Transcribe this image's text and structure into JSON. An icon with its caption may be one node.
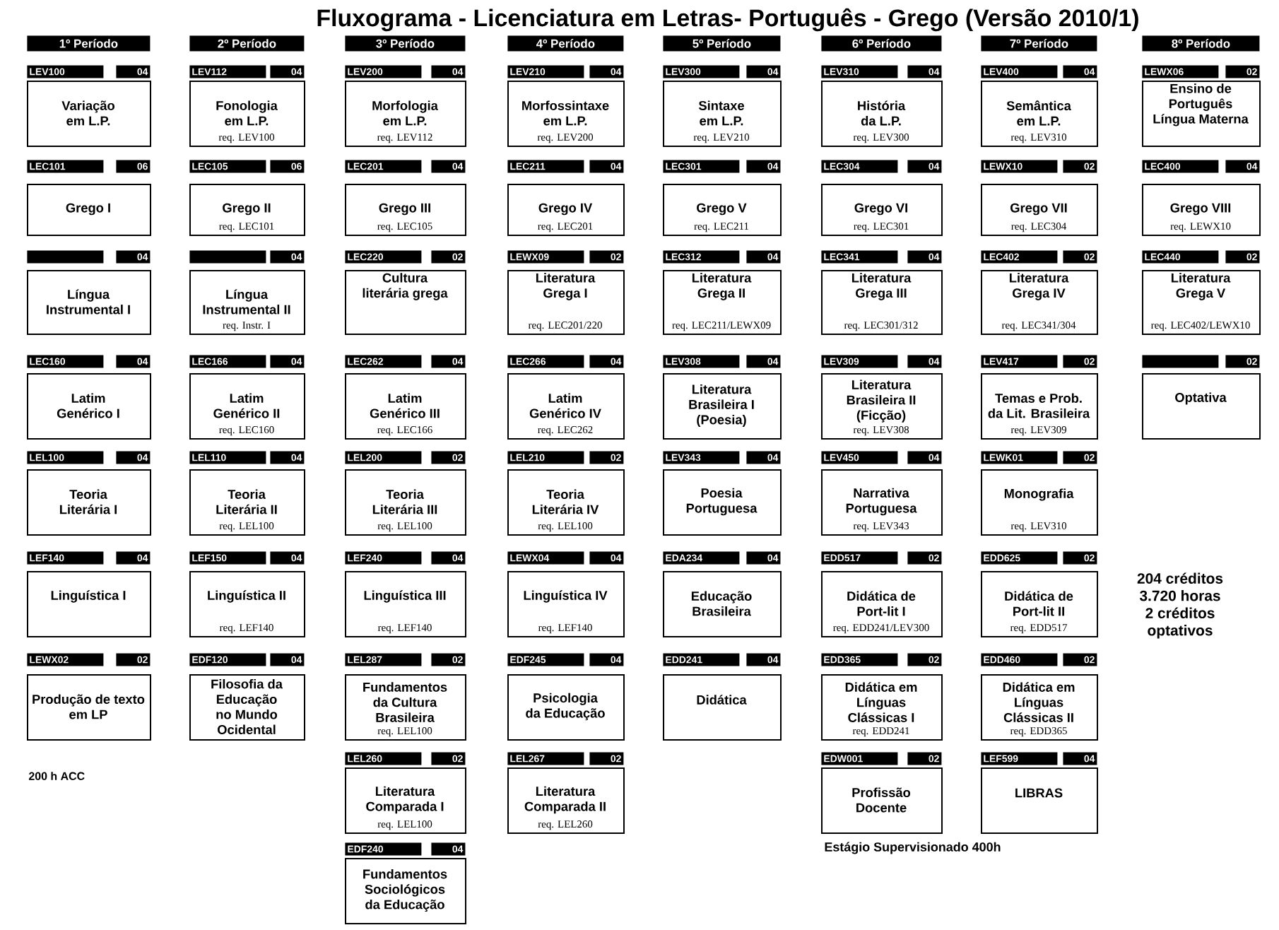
{
  "diagram": {
    "title": "Fluxograma - Licenciatura em Letras- Português - Grego (Versão 2010/1)",
    "nodes": [
      {
        "text": [
          "1º Período"
        ]
      },
      {
        "text": [
          "2º Período"
        ]
      },
      {
        "text": [
          "3º Período"
        ]
      },
      {
        "text": [
          "4º Período"
        ]
      },
      {
        "text": [
          "5º Período"
        ]
      },
      {
        "text": [
          "6º Período"
        ]
      },
      {
        "text": [
          "7º Período"
        ]
      },
      {
        "text": [
          "8º Período"
        ]
      },
      {
        "text": [
          "LEV100"
        ]
      },
      {
        "text": [
          "04"
        ]
      },
      {
        "text": [
          "Variação em L.P."
        ]
      },
      {
        "text": [
          "LEV112"
        ]
      },
      {
        "text": [
          "04"
        ]
      },
      {
        "text": [
          "Fonologia em L.P.",
          "req. LEV100"
        ]
      },
      {
        "text": [
          "LEV200"
        ]
      },
      {
        "text": [
          "04"
        ]
      },
      {
        "text": [
          "Morfologia em L.P.",
          "req. LEV112"
        ]
      },
      {
        "text": [
          "LEV210"
        ]
      },
      {
        "text": [
          "04"
        ]
      },
      {
        "text": [
          "Morfossintaxe em L.P.",
          "req. LEV200"
        ]
      },
      {
        "text": [
          "LEV300"
        ]
      },
      {
        "text": [
          "04"
        ]
      },
      {
        "text": [
          "Sintaxe em L.P.",
          "req. LEV210"
        ]
      },
      {
        "text": [
          "LEV310"
        ]
      },
      {
        "text": [
          "04"
        ]
      },
      {
        "text": [
          "História da L.P.",
          "req. LEV300"
        ]
      },
      {
        "text": [
          "LEV400"
        ]
      },
      {
        "text": [
          "04"
        ]
      },
      {
        "text": [
          "Semântica em L.P.",
          "req. LEV310"
        ]
      },
      {
        "text": [
          "LEWX06"
        ]
      },
      {
        "text": [
          "02"
        ]
      },
      {
        "text": [
          "Ensino de Português Língua Materna"
        ]
      },
      {
        "text": [
          "LEC101"
        ]
      },
      {
        "text": [
          "06"
        ]
      },
      {
        "text": [
          "Grego I"
        ]
      },
      {
        "text": [
          "LEC105"
        ]
      },
      {
        "text": [
          "06"
        ]
      },
      {
        "text": [
          "Grego II",
          "req. LEC101"
        ]
      },
      {
        "text": [
          "LEC201"
        ]
      },
      {
        "text": [
          "04"
        ]
      },
      {
        "text": [
          "Grego III",
          "req. LEC105"
        ]
      },
      {
        "text": [
          "LEC211"
        ]
      },
      {
        "text": [
          "04"
        ]
      },
      {
        "text": [
          "Grego IV",
          "req. LEC201"
        ]
      },
      {
        "text": [
          "LEC301"
        ]
      },
      {
        "text": [
          "04"
        ]
      },
      {
        "text": [
          "Grego V",
          "req. LEC211"
        ]
      },
      {
        "text": [
          "LEC304"
        ]
      },
      {
        "text": [
          "04"
        ]
      },
      {
        "text": [
          "Grego VI",
          "req. LEC301"
        ]
      },
      {
        "text": [
          "LEWX10"
        ]
      },
      {
        "text": [
          "02"
        ]
      },
      {
        "text": [
          "Grego VII",
          "req. LEC304"
        ]
      },
      {
        "text": [
          "LEC400"
        ]
      },
      {
        "text": [
          "04"
        ]
      },
      {
        "text": [
          "Grego VIII",
          "req. LEWX10"
        ]
      },
      {
        "text": [],
        "shape": "bar"
      },
      {
        "text": [
          "04"
        ]
      },
      {
        "text": [
          "Língua Instrumental I"
        ]
      },
      {
        "text": [],
        "shape": "bar"
      },
      {
        "text": [
          "04"
        ]
      },
      {
        "text": [
          "Língua Instrumental II",
          "req. Instr. I"
        ]
      },
      {
        "text": [
          "LEC220"
        ]
      },
      {
        "text": [
          "02"
        ]
      },
      {
        "text": [
          "Cultura literária grega"
        ]
      },
      {
        "text": [
          "LEWX09"
        ]
      },
      {
        "text": [
          "02"
        ]
      },
      {
        "text": [
          "Literatura Grega I",
          "req. LEC201/220"
        ]
      },
      {
        "text": [
          "LEC312"
        ]
      },
      {
        "text": [
          "04"
        ]
      },
      {
        "text": [
          "Literatura Grega II",
          "req. LEC211/LEWX09"
        ]
      },
      {
        "text": [
          "LEC341"
        ]
      },
      {
        "text": [
          "04"
        ]
      },
      {
        "text": [
          "Literatura Grega III",
          "req. LEC301/312"
        ]
      },
      {
        "text": [
          "LEC402"
        ]
      },
      {
        "text": [
          "02"
        ]
      },
      {
        "text": [
          "Literatura Grega IV",
          "req. LEC341/304"
        ]
      },
      {
        "text": [
          "LEC440"
        ]
      },
      {
        "text": [
          "02"
        ]
      },
      {
        "text": [
          "Literatura Grega V",
          "req. LEC402/LEWX10"
        ]
      },
      {
        "text": [
          "LEC160"
        ]
      },
      {
        "text": [
          "04"
        ]
      },
      {
        "text": [
          "Latim Genérico I"
        ]
      },
      {
        "text": [
          "LEC166"
        ]
      },
      {
        "text": [
          "04"
        ]
      },
      {
        "text": [
          "Latim Genérico II",
          "req. LEC160"
        ]
      },
      {
        "text": [
          "LEC262"
        ]
      },
      {
        "text": [
          "04"
        ]
      },
      {
        "text": [
          "Latim Genérico III",
          "req. LEC166"
        ]
      },
      {
        "text": [
          "LEC266"
        ]
      },
      {
        "text": [
          "04"
        ]
      },
      {
        "text": [
          "Latim Genérico IV",
          "req. LEC262"
        ]
      },
      {
        "text": [
          "LEV308"
        ]
      },
      {
        "text": [
          "04"
        ]
      },
      {
        "text": [
          "Literatura Brasileira I (Poesia)"
        ]
      },
      {
        "text": [
          "LEV309"
        ]
      },
      {
        "text": [
          "04"
        ]
      },
      {
        "text": [
          "Literatura Brasileira II (Ficção)",
          "req. LEV308"
        ]
      },
      {
        "text": [
          "LEV417"
        ]
      },
      {
        "text": [
          "02"
        ]
      },
      {
        "text": [
          "Temas e Prob. da Lit. Brasileira",
          "req. LEV309"
        ]
      },
      {
        "text": [],
        "shape": "bar"
      },
      {
        "text": [
          "02"
        ]
      },
      {
        "text": [
          "Optativa"
        ]
      },
      {
        "text": [
          "LEL100"
        ]
      },
      {
        "text": [
          "04"
        ]
      },
      {
        "text": [
          "Teoria Literária I"
        ]
      },
      {
        "text": [
          "LEL110"
        ]
      },
      {
        "text": [
          "04"
        ]
      },
      {
        "text": [
          "Teoria Literária II",
          "req. LEL100"
        ]
      },
      {
        "text": [
          "LEL200"
        ]
      },
      {
        "text": [
          "02"
        ]
      },
      {
        "text": [
          "Teoria Literária III",
          "req. LEL100"
        ]
      },
      {
        "text": [
          "LEL210"
        ]
      },
      {
        "text": [
          "02"
        ]
      },
      {
        "text": [
          "Teoria Literária IV",
          "req. LEL100"
        ]
      },
      {
        "text": [
          "LEV343"
        ]
      },
      {
        "text": [
          "04"
        ]
      },
      {
        "text": [
          "Poesia Portuguesa"
        ]
      },
      {
        "text": [
          "LEV450"
        ]
      },
      {
        "text": [
          "04"
        ]
      },
      {
        "text": [
          "Narrativa Portuguesa",
          "req. LEV343"
        ]
      },
      {
        "text": [
          "LEWK01"
        ]
      },
      {
        "text": [
          "02"
        ]
      },
      {
        "text": [
          "Monografia",
          "req. LEV310"
        ]
      },
      {
        "text": [
          "LEF140"
        ]
      },
      {
        "text": [
          "04"
        ]
      },
      {
        "text": [
          "Linguística I"
        ]
      },
      {
        "text": [
          "LEF150"
        ]
      },
      {
        "text": [
          "04"
        ]
      },
      {
        "text": [
          "Linguística II",
          "req. LEF140"
        ]
      },
      {
        "text": [
          "LEF240"
        ]
      },
      {
        "text": [
          "04"
        ]
      },
      {
        "text": [
          "Linguística III",
          "req. LEF140"
        ]
      },
      {
        "text": [
          "LEWX04"
        ]
      },
      {
        "text": [
          "04"
        ]
      },
      {
        "text": [
          "Linguística IV",
          "req. LEF140"
        ]
      },
      {
        "text": [
          "EDA234"
        ]
      },
      {
        "text": [
          "04"
        ]
      },
      {
        "text": [
          "Educação Brasileira"
        ]
      },
      {
        "text": [
          "EDD517"
        ]
      },
      {
        "text": [
          "02"
        ]
      },
      {
        "text": [
          "Didática de Port-lit I",
          "req. EDD241/LEV300"
        ]
      },
      {
        "text": [
          "EDD625"
        ]
      },
      {
        "text": [
          "02"
        ]
      },
      {
        "text": [
          "Didática de Port-lit II",
          "req. EDD517"
        ]
      },
      {
        "text": [
          "LEWX02"
        ]
      },
      {
        "text": [
          "02"
        ]
      },
      {
        "text": [
          "Produção de texto em LP"
        ]
      },
      {
        "text": [
          "EDF120"
        ]
      },
      {
        "text": [
          "04"
        ]
      },
      {
        "text": [
          "Filosofia da Educação no Mundo Ocidental"
        ]
      },
      {
        "text": [
          "LEL287"
        ]
      },
      {
        "text": [
          "02"
        ]
      },
      {
        "text": [
          "Fundamentos da Cultura Brasileira",
          "req. LEL100"
        ]
      },
      {
        "text": [
          "EDF245"
        ]
      },
      {
        "text": [
          "04"
        ]
      },
      {
        "text": [
          "Psicologia da Educação"
        ]
      },
      {
        "text": [
          "EDD241"
        ]
      },
      {
        "text": [
          "04"
        ]
      },
      {
        "text": [
          "Didática"
        ]
      },
      {
        "text": [
          "EDD365"
        ]
      },
      {
        "text": [
          "02"
        ]
      },
      {
        "text": [
          "Didática em Línguas Clássicas I",
          "req. EDD241"
        ]
      },
      {
        "text": [
          "EDD460"
        ]
      },
      {
        "text": [
          "02"
        ]
      },
      {
        "text": [
          "Didática em Línguas Clássicas II",
          "req. EDD365"
        ]
      },
      {
        "text": [
          "LEL260"
        ]
      },
      {
        "text": [
          "02"
        ]
      },
      {
        "text": [
          "Literatura Comparada I",
          "req. LEL100"
        ]
      },
      {
        "text": [
          "LEL267"
        ]
      },
      {
        "text": [
          "02"
        ]
      },
      {
        "text": [
          "Literatura Comparada II",
          "req. LEL260"
        ]
      },
      {
        "text": [
          "EDW001"
        ]
      },
      {
        "text": [
          "02"
        ]
      },
      {
        "text": [
          "Profissão Docente"
        ]
      },
      {
        "text": [
          "LEF599"
        ]
      },
      {
        "text": [
          "04"
        ]
      },
      {
        "text": [
          "LIBRAS"
        ]
      },
      {
        "text": [
          "EDF240"
        ]
      },
      {
        "text": [
          "04"
        ]
      },
      {
        "text": [
          "Fundamentos Sociológicos da Educação"
        ]
      }
    ],
    "labels": [
      "204 créditos 3.720 horas 2 créditos optativos",
      "200 h ACC",
      "Estágio Supervisionado 400h"
    ]
  }
}
